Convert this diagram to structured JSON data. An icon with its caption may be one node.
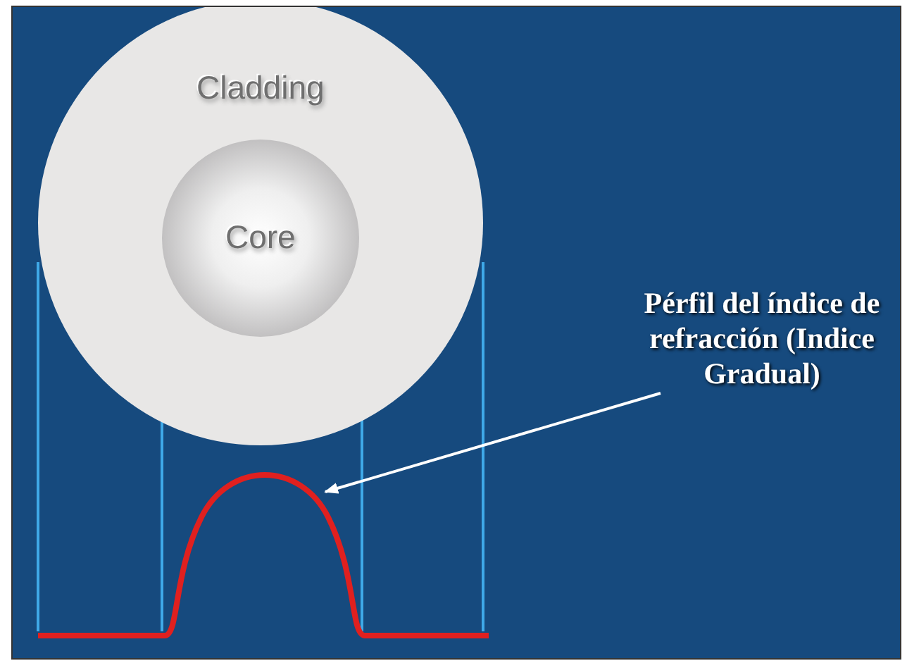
{
  "diagram": {
    "nodes": [
      {
        "text": [
          "Cladding"
        ]
      },
      {
        "text": [
          "Core"
        ],
        "in": 0
      },
      {
        "text": [
          "Pérfil del índice de refracción (Indice Gradual)"
        ]
      },
      {
        "text": [],
        "shape": "curve"
      }
    ],
    "edges": [
      {
        "from": 2,
        "to": 3,
        "arrow": "to"
      }
    ]
  }
}
